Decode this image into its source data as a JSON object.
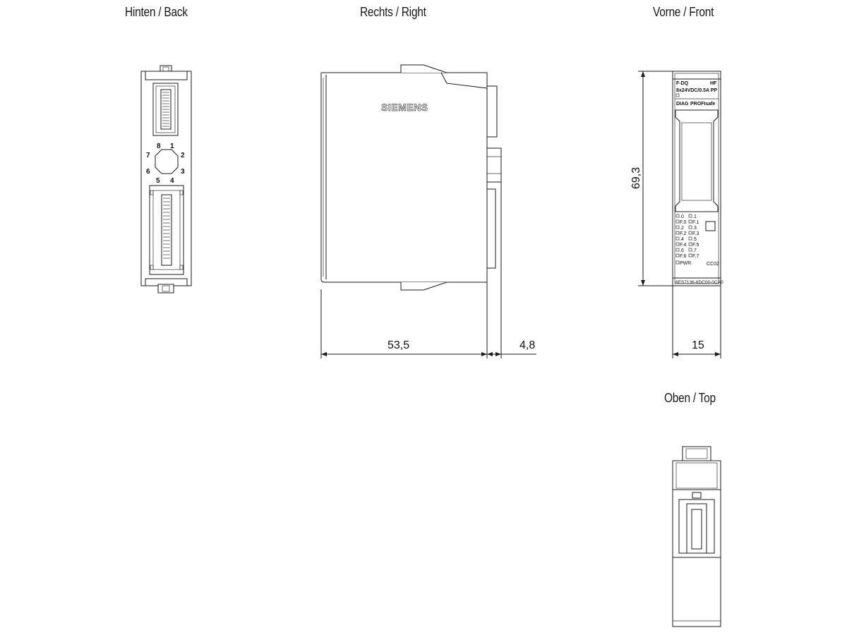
{
  "views": {
    "back": "Hinten / Back",
    "right": "Rechts / Right",
    "front": "Vorne / Front",
    "top": "Oben / Top"
  },
  "pins": [
    "8",
    "1",
    "7",
    "2",
    "6",
    "3",
    "5",
    "4"
  ],
  "brand": "SIEMENS",
  "front_panel": {
    "model_line1": "F-DQ",
    "model_hf": "HF",
    "model_line2": "8x24VDC/0.5A PP",
    "diag": "DIAG",
    "profisafe": "PROFIsafe",
    "leds_left": [
      ".0",
      "F.0",
      ".2",
      "F.2",
      ".4",
      "F.4",
      ".6",
      "F.6",
      "PWR"
    ],
    "leds_right": [
      ".1",
      "F.1",
      ".3",
      "F.3",
      ".5",
      "F.5",
      ".7",
      "F.7"
    ],
    "code": "CC02",
    "order_no": "6ES7136-6DC00-0CA0"
  },
  "dimensions": {
    "depth": "53,5",
    "extra": "4,8",
    "height": "69,3",
    "width": "15"
  }
}
